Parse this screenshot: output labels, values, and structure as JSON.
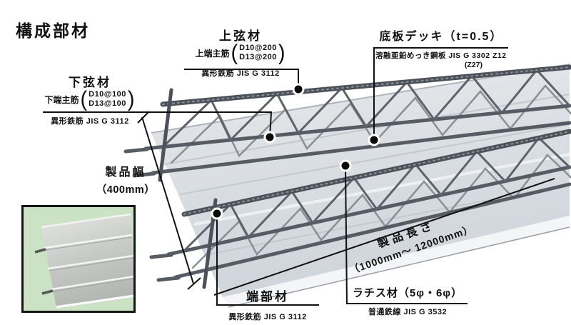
{
  "title": "構成部材",
  "colors": {
    "background": "#ffffff",
    "text": "#111111",
    "leader_line": "#111111",
    "deck_surface": "#d9dee3",
    "deck_front_edge": "#f3f5f6",
    "rebar": "#575c64",
    "inset_background": "#cbe3c4"
  },
  "annotations": {
    "top_chord": {
      "title": "上弦材",
      "lead": "上端主筋",
      "spec1": "D10@200",
      "spec2": "D13@200",
      "material": "異形鉄筋 JIS G 3112"
    },
    "deck": {
      "title": "底板デッキ（t=0.5）",
      "material": "溶融亜鉛めっき鋼板 JIS G 3302 Z12",
      "material_note": "(Z27)"
    },
    "bottom_chord": {
      "title": "下弦材",
      "lead": "下端主筋",
      "spec1": "D10@100",
      "spec2": "D13@100",
      "material": "異形鉄筋 JIS G 3112"
    },
    "product_width": {
      "line1": "製品幅",
      "line2": "（400mm）"
    },
    "product_length": {
      "line1": "製品長さ",
      "line2": "（1000mm～ 12000mm）"
    },
    "end_member": {
      "title": "端部材",
      "material": "異形鉄筋 JIS G 3112"
    },
    "lattice": {
      "title": "ラチス材（5φ・6φ）",
      "material": "普通鉄線 JIS G 3532"
    }
  }
}
